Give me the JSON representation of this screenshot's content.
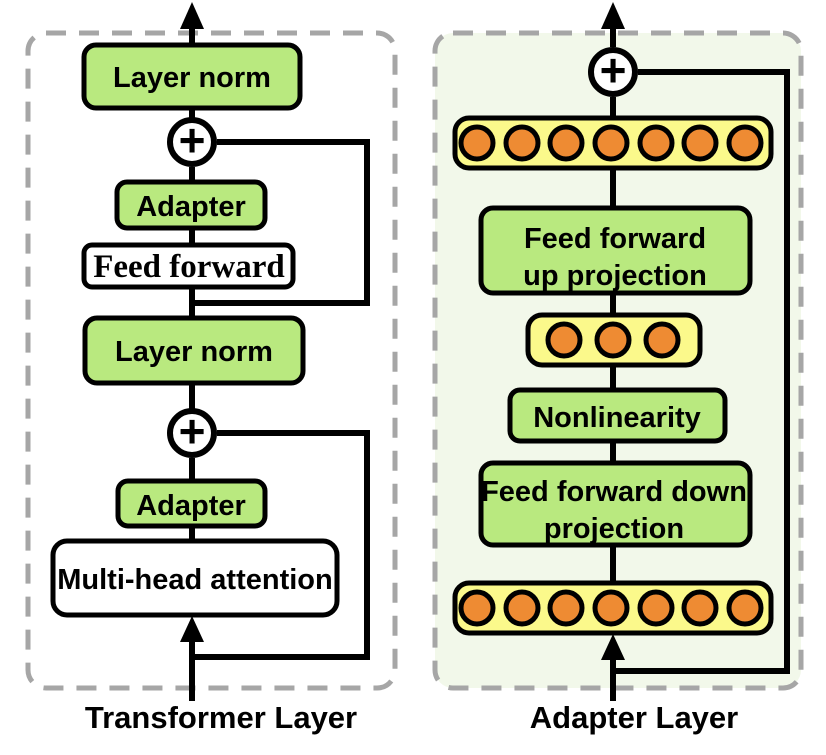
{
  "colors": {
    "box_green": "#b9e97f",
    "node_bar_yellow": "#fbf98b",
    "node_orange": "#ee8b33",
    "adapter_panel_bg": "#f2f8ea",
    "panel_border_gray": "#a6a6a6",
    "line_black": "#000000",
    "box_white": "#ffffff"
  },
  "left_panel": {
    "title": "Transformer Layer",
    "layer_norm_top": "Layer norm",
    "adapter_top": "Adapter",
    "feed_forward": "Feed forward",
    "layer_norm_mid": "Layer norm",
    "adapter_bottom": "Adapter",
    "multi_head_attention": "Multi-head attention",
    "residual_add_symbol": "+"
  },
  "right_panel": {
    "title": "Adapter Layer",
    "feed_forward_up_line1": "Feed forward",
    "feed_forward_up_line2": "up projection",
    "nonlinearity": "Nonlinearity",
    "feed_forward_down_line1": "Feed forward down",
    "feed_forward_down_line2": "projection",
    "residual_add_symbol": "+",
    "feature_nodes": {
      "top_row_count": 7,
      "middle_row_count": 3,
      "bottom_row_count": 7
    }
  }
}
